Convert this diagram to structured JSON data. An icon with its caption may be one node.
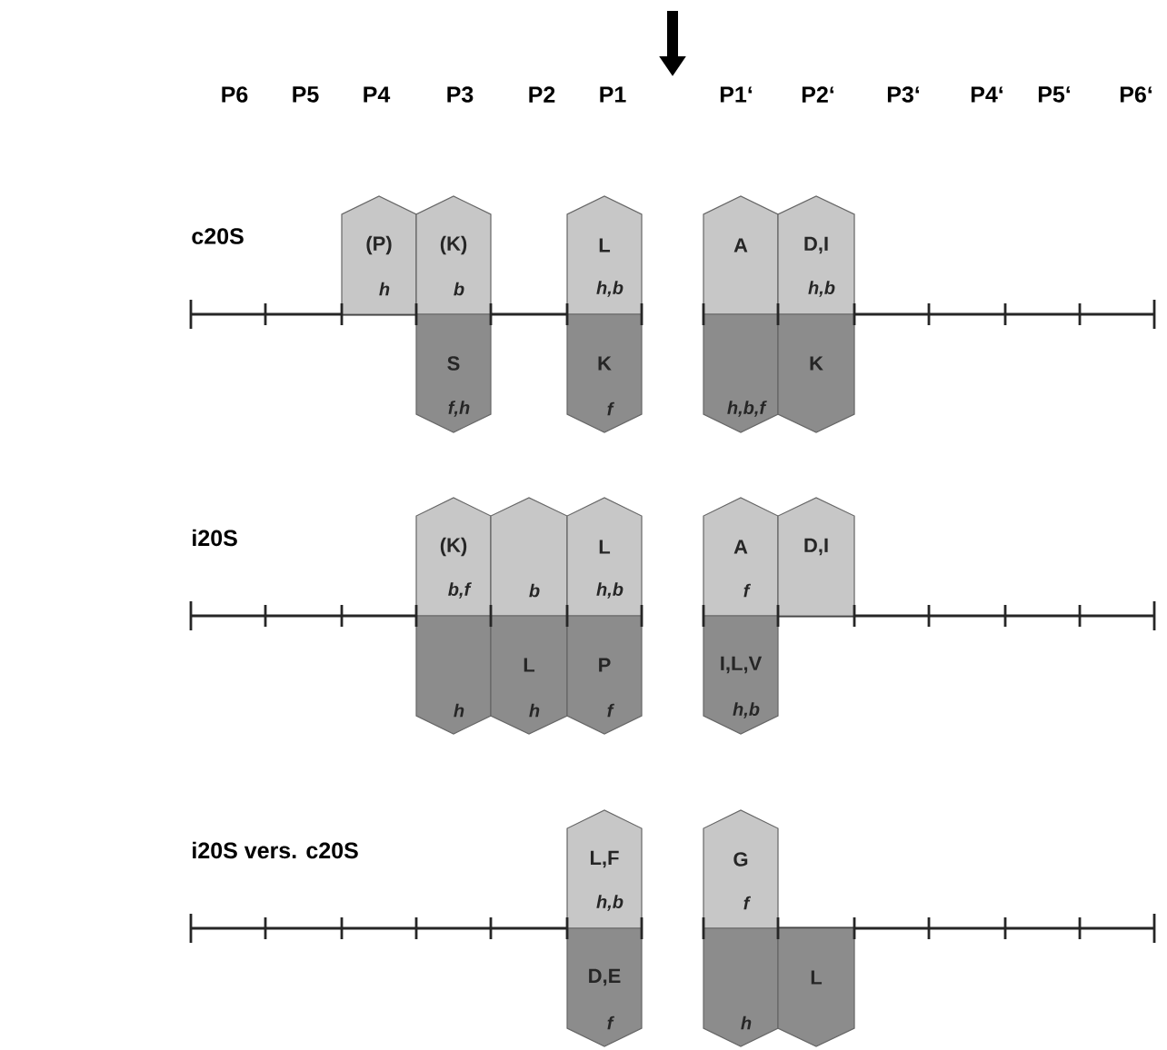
{
  "diagram": {
    "nodes": [
      {
        "text": [
          "(P)",
          "h"
        ]
      },
      {
        "text": [
          "(K)",
          "b"
        ]
      },
      {
        "text": [
          "L",
          "h,b"
        ]
      },
      {
        "text": [
          "A"
        ]
      },
      {
        "text": [
          "D,I",
          "h,b"
        ]
      },
      {
        "text": [
          "S",
          "f,h"
        ]
      },
      {
        "text": [
          "K",
          "f"
        ]
      },
      {
        "text": [
          "h,b,f"
        ]
      },
      {
        "text": [
          "K"
        ]
      },
      {
        "text": [
          "(K)",
          "b,f"
        ]
      },
      {
        "text": [
          "b"
        ]
      },
      {
        "text": [
          "L",
          "h,b"
        ]
      },
      {
        "text": [
          "A",
          "f"
        ]
      },
      {
        "text": [
          "D,I"
        ]
      },
      {
        "text": [
          "h"
        ]
      },
      {
        "text": [
          "L",
          "h"
        ]
      },
      {
        "text": [
          "P",
          "f"
        ]
      },
      {
        "text": [
          "I,L,V",
          "h,b"
        ]
      },
      {
        "text": [
          "L,F",
          "h,b"
        ]
      },
      {
        "text": [
          "G",
          "f"
        ]
      },
      {
        "text": [
          "D,E",
          "f"
        ]
      },
      {
        "text": [
          "h"
        ]
      },
      {
        "text": [
          "L"
        ]
      }
    ],
    "labels": [
      "P6",
      "P5",
      "P4",
      "P3",
      "P2",
      "P1",
      "P1‘",
      "P2‘",
      "P3‘",
      "P4‘",
      "P5‘",
      "P6‘",
      "c20S",
      "i20S",
      "i20S vers. c20S"
    ]
  }
}
